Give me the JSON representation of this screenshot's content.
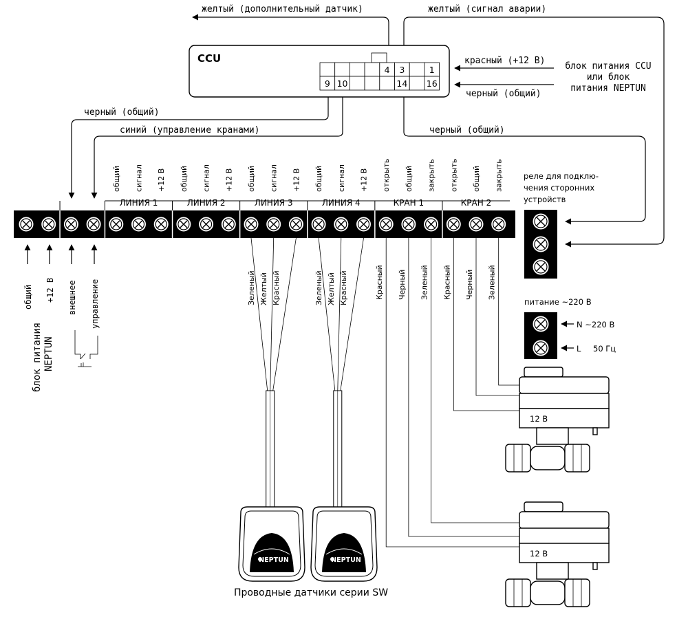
{
  "ccu": {
    "title": "CCU",
    "top_row": [
      "",
      "",
      "",
      "",
      "4",
      "3",
      "",
      "1"
    ],
    "bottom_row": [
      "9",
      "10",
      "",
      "",
      "",
      "14",
      "",
      "16"
    ]
  },
  "wire_labels": {
    "yellow_extra_sensor": "желтый (дополнительный датчик)",
    "yellow_alarm": "желтый (сигнал аварии)",
    "red_12v": "красный (+12 В)",
    "black_common_right": "черный (общий)",
    "black_common_left": "черный (общий)",
    "blue_valve_control": "синий (управление кранами)",
    "black_common_relay": "черный (общий)"
  },
  "power_supply": {
    "line1": "блок питания CCU",
    "line2": "или блок",
    "line3": "питания NEPTUN"
  },
  "relay": {
    "line1": "реле для подклю-",
    "line2": "чения сторонних",
    "line3": "устройств"
  },
  "mains": {
    "title": "питание ~220 В",
    "n_label": "N ~220 В",
    "l_label": "L",
    "hz_label": "50 Гц"
  },
  "terminal_labels": [
    "общий",
    "сигнал",
    "+12 В",
    "общий",
    "сигнал",
    "+12 В",
    "общий",
    "сигнал",
    "+12 В",
    "общий",
    "сигнал",
    "+12 В",
    "открыть",
    "общий",
    "закрыть",
    "открыть",
    "общий",
    "закрыть"
  ],
  "groups": [
    "ЛИНИЯ 1",
    "ЛИНИЯ 2",
    "ЛИНИЯ 3",
    "ЛИНИЯ 4",
    "КРАН 1",
    "КРАН 2"
  ],
  "left_labels": {
    "common": "общий",
    "plus12": "+12 В",
    "external": "внешнее",
    "control": "управление",
    "psu_line1": "блок питания",
    "psu_line2": "NEPTUN"
  },
  "sensor_wires": [
    "Зеленый",
    "Желтый",
    "Красный"
  ],
  "valve_wires": [
    "Красный",
    "Черный",
    "Зеленый"
  ],
  "valve_voltage": "12 В",
  "sensor_brand": "NEPTUN",
  "caption": "Проводные датчики серии SW"
}
